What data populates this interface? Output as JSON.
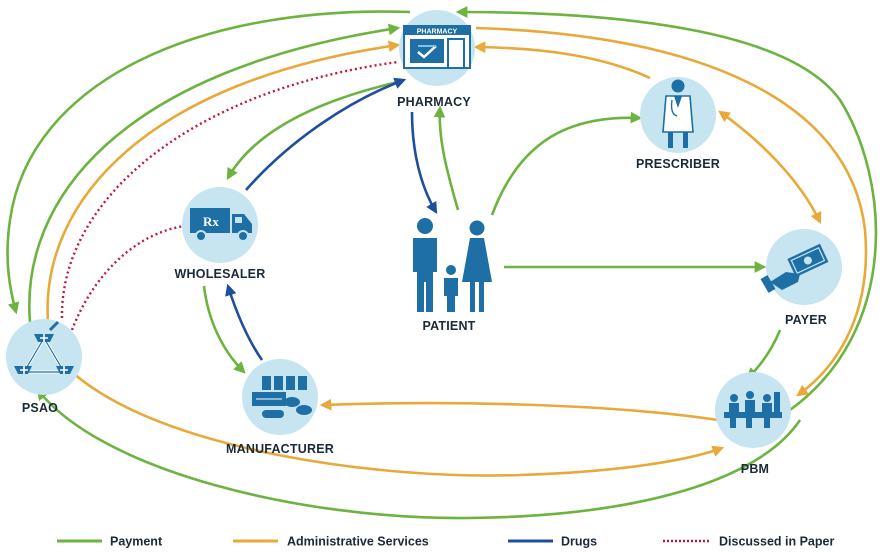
{
  "nodes": {
    "pharmacy": {
      "label": "PHARMACY",
      "sign": "PHARMACY"
    },
    "prescriber": {
      "label": "PRESCRIBER"
    },
    "wholesaler": {
      "label": "WHOLESALER"
    },
    "patient": {
      "label": "PATIENT"
    },
    "payer": {
      "label": "PAYER"
    },
    "psao": {
      "label": "PSAO"
    },
    "manufacturer": {
      "label": "MANUFACTURER"
    },
    "pbm": {
      "label": "PBM"
    }
  },
  "legend": {
    "payment": "Payment",
    "admin": "Administrative Services",
    "drugs": "Drugs",
    "discussed": "Discussed in Paper"
  },
  "colors": {
    "payment": "#6cb33f",
    "admin": "#e8a93a",
    "drugs": "#1f4e9c",
    "discussed": "#c0183a",
    "node_circle": "#c7e4f1",
    "icon": "#1d6fa5"
  }
}
